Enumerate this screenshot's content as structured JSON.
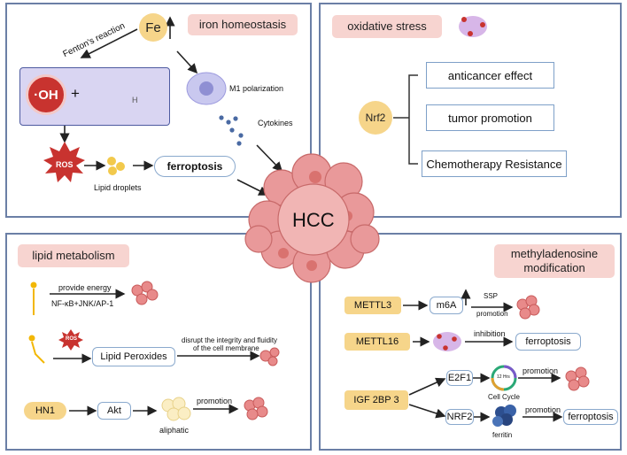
{
  "iron": {
    "title": "iron homeostasis",
    "fe": "Fe",
    "fenton": "Fenton's reaction",
    "oh": "·OH",
    "plus": "+",
    "h": "H",
    "ros": "ROS",
    "lipid_droplets": "Lipid droplets",
    "ferroptosis": "ferroptosis",
    "m1": "M1 polarization",
    "cytokines": "Cytokines"
  },
  "hcc": "HCC",
  "oxidative": {
    "title": "oxidative stress",
    "nrf2": "Nrf2",
    "effects": [
      "anticancer effect",
      "tumor promotion",
      "Chemotherapy Resistance"
    ]
  },
  "lipid": {
    "title": "lipid metabolism",
    "provide_energy": "provide energy",
    "pathway": "NF-κB+JNK/AP-1",
    "ros": "ROS",
    "lipid_peroxides": "Lipid Peroxides",
    "disrupt_line1": "disrupt the integrity and fluidity",
    "disrupt_line2": "of the cell membrane",
    "hn1": "HN1",
    "akt": "Akt",
    "promotion": "promotion",
    "aliphatic": "aliphatic"
  },
  "methyl": {
    "title_line1": "methyladenosine",
    "title_line2": "modification",
    "mettl3": "METTL3",
    "m6a": "m6A",
    "ssp": "SSP",
    "promotion": "promotion",
    "mettl16": "METTL16",
    "inhibition": "inhibition",
    "ferroptosis": "ferroptosis",
    "igf": "IGF 2BP 3",
    "e2f1": "E2F1",
    "cell_cycle": "Cell Cycle",
    "cycle_inner": "12 Hrs",
    "nrf2": "NRF2",
    "ferritin": "ferritin"
  }
}
